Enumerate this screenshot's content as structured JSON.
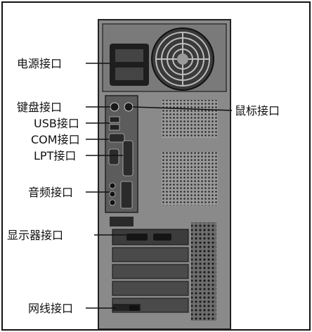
{
  "labels": {
    "power": "电源接口",
    "keyboard": "键盘接口",
    "mouse": "鼠标接口",
    "usb": "USB接口",
    "com": "COM接口",
    "lpt": "LPT接口",
    "audio": "音频接口",
    "display": "显示器接口",
    "network": "网线接口"
  }
}
